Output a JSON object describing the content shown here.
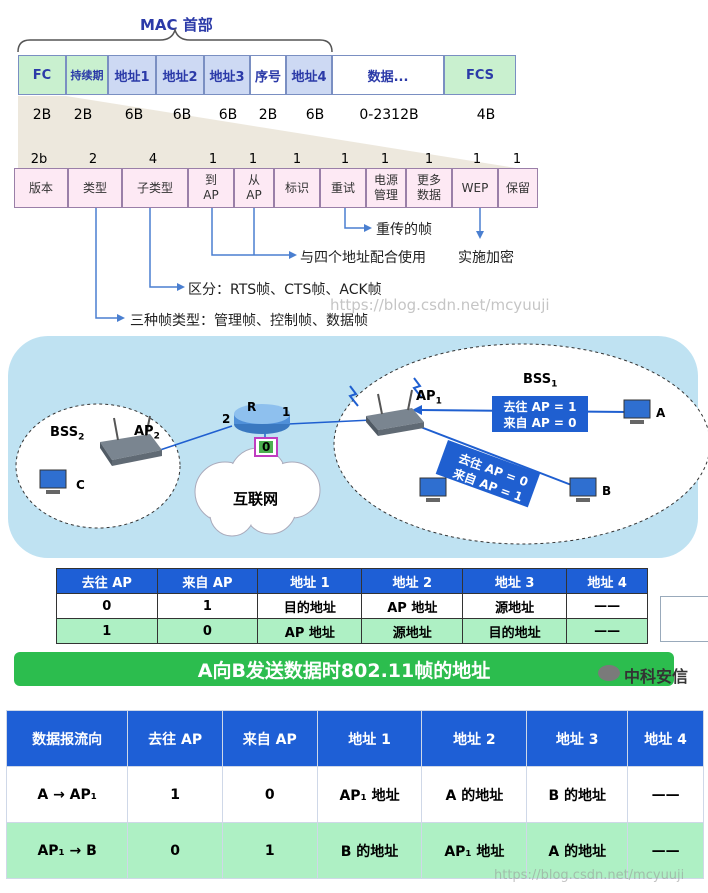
{
  "mac_header": {
    "title": "MAC 首部",
    "fields": [
      {
        "label": "FC",
        "size": "2B"
      },
      {
        "label": "持续期",
        "size": "2B"
      },
      {
        "label": "地址1",
        "size": "6B"
      },
      {
        "label": "地址2",
        "size": "6B"
      },
      {
        "label": "地址3",
        "size": "6B"
      },
      {
        "label": "序号",
        "size": "2B"
      },
      {
        "label": "地址4",
        "size": "6B"
      },
      {
        "label": "数据...",
        "size": "0-2312B"
      },
      {
        "label": "FCS",
        "size": "4B"
      }
    ]
  },
  "fc_fields": [
    {
      "label": "版本",
      "bits": "2b"
    },
    {
      "label": "类型",
      "bits": "2"
    },
    {
      "label": "子类型",
      "bits": "4"
    },
    {
      "label": "到\nAP",
      "bits": "1"
    },
    {
      "label": "从\nAP",
      "bits": "1"
    },
    {
      "label": "标识",
      "bits": "1"
    },
    {
      "label": "重试",
      "bits": "1"
    },
    {
      "label": "电源\n管理",
      "bits": "1"
    },
    {
      "label": "更多\n数据",
      "bits": "1"
    },
    {
      "label": "WEP",
      "bits": "1"
    },
    {
      "label": "保留",
      "bits": "1"
    }
  ],
  "annotations": {
    "retry": "重传的帧",
    "to_from_ap": "与四个地址配合使用",
    "wep": "实施加密",
    "subtype": "区分：RTS帧、CTS帧、ACK帧",
    "type": "三种帧类型：管理帧、控制帧、数据帧"
  },
  "network": {
    "bss1": "BSS",
    "bss1_sub": "1",
    "bss2": "BSS",
    "bss2_sub": "2",
    "ap1": "AP",
    "ap1_sub": "1",
    "ap2": "AP",
    "ap2_sub": "2",
    "router": "R",
    "port1": "1",
    "port2": "2",
    "port0": "0",
    "internet": "互联网",
    "host_a": "A",
    "host_b": "B",
    "host_c": "C",
    "label_a_line1": "去往 AP = 1",
    "label_a_line2": "来自 AP = 0",
    "label_b_line1": "去往 AP = 0",
    "label_b_line2": "来自 AP = 1"
  },
  "table1": {
    "headers": [
      "去往 AP",
      "来自 AP",
      "地址 1",
      "地址 2",
      "地址 3",
      "地址 4"
    ],
    "rows": [
      [
        "0",
        "1",
        "目的地址",
        "AP 地址",
        "源地址",
        "——"
      ],
      [
        "1",
        "0",
        "AP 地址",
        "源地址",
        "目的地址",
        "——"
      ]
    ]
  },
  "banner": "A向B发送数据时802.11帧的地址",
  "logo": "中科安信",
  "table2": {
    "headers": [
      "数据报流向",
      "去往 AP",
      "来自 AP",
      "地址 1",
      "地址 2",
      "地址 3",
      "地址 4"
    ],
    "rows": [
      [
        "A → AP₁",
        "1",
        "0",
        "AP₁ 地址",
        "A 的地址",
        "B 的地址",
        "——"
      ],
      [
        "AP₁ → B",
        "0",
        "1",
        "B 的地址",
        "AP₁ 地址",
        "A 的地址",
        "——"
      ]
    ]
  },
  "watermark": "https://blog.csdn.net/mcyuuji"
}
